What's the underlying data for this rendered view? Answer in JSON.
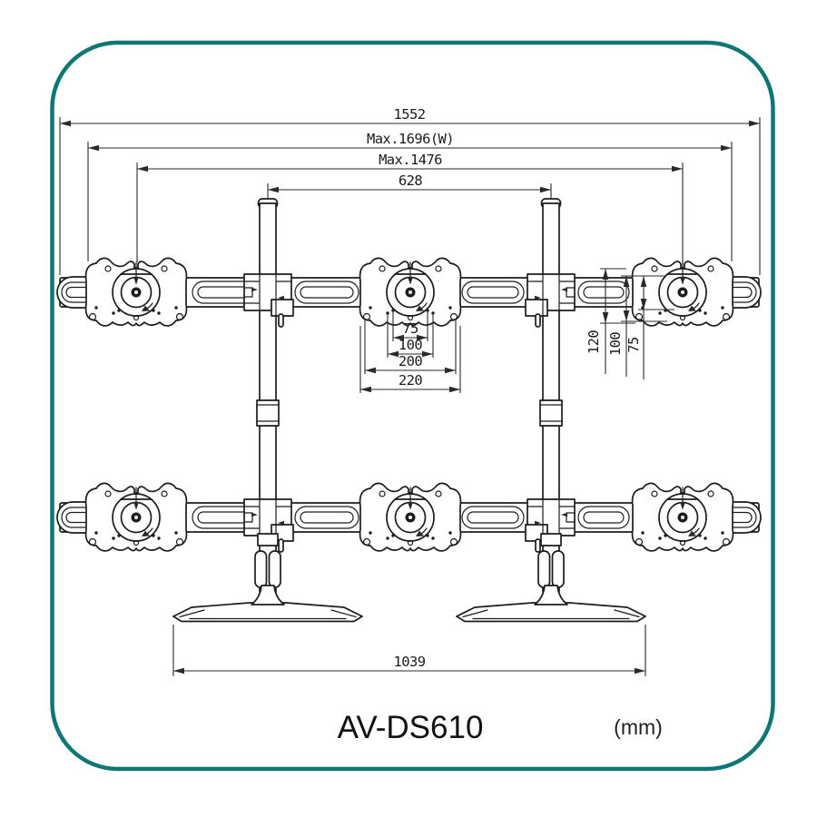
{
  "product": {
    "model": "AV-DS610",
    "units": "(mm)"
  },
  "dims": {
    "overall_width": "1552",
    "max_total_width": "Max.1696(W)",
    "max_span": "Max.1476",
    "pole_distance": "628",
    "vesa75": "75",
    "vesa100": "100",
    "hole200": "200",
    "plate220": "220",
    "v120": "120",
    "v100": "100",
    "v75": "75",
    "base_span": "1039"
  },
  "colors": {
    "frame": "#0e7674",
    "line": "#1c1c1e",
    "dim": "#2a2a2a"
  }
}
